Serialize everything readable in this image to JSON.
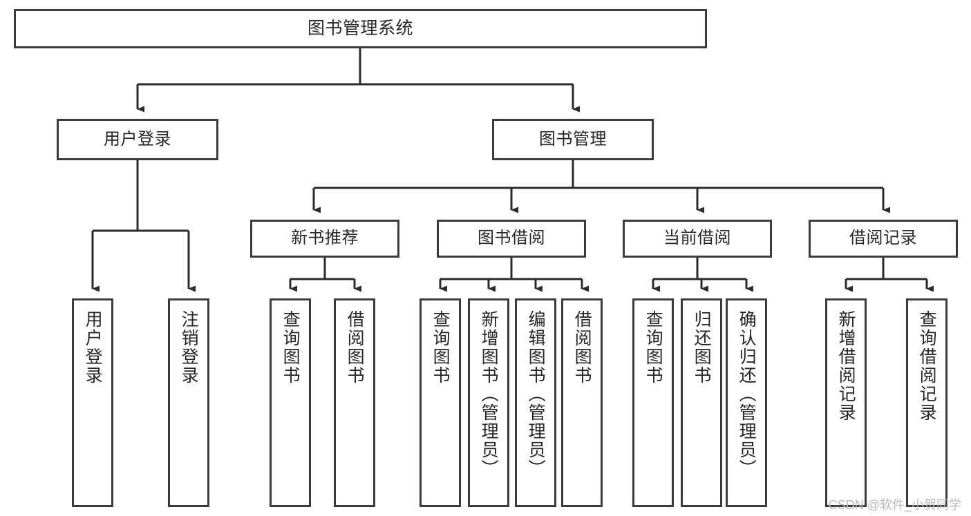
{
  "diagram": {
    "title": "图书管理系统",
    "watermark": "CSDN @软件_小贺同学",
    "type": "tree-hierarchy-chart",
    "colors": {
      "box_border": "#3c3c3c",
      "box_fill": "#ffffff",
      "connector": "#2b2b2b",
      "text": "#262626",
      "watermark": "#b9b9b9",
      "background": "#ffffff"
    },
    "nodes": {
      "root": {
        "label": "图书管理系统"
      },
      "level2": [
        {
          "label": "用户登录"
        },
        {
          "label": "图书管理"
        }
      ],
      "level3": [
        {
          "label": "新书推荐"
        },
        {
          "label": "图书借阅"
        },
        {
          "label": "当前借阅"
        },
        {
          "label": "借阅记录"
        }
      ],
      "leaves": {
        "user_login": [
          {
            "label": "用户登录"
          },
          {
            "label": "注销登录"
          }
        ],
        "new_book_recommend": [
          {
            "label": "查询图书"
          },
          {
            "label": "借阅图书"
          }
        ],
        "book_borrow": [
          {
            "label": "查询图书"
          },
          {
            "label": "新增图书（管理员）"
          },
          {
            "label": "编辑图书（管理员）"
          },
          {
            "label": "借阅图书"
          }
        ],
        "current_borrow": [
          {
            "label": "查询图书"
          },
          {
            "label": "归还图书"
          },
          {
            "label": "确认归还（管理员）"
          }
        ],
        "borrow_record": [
          {
            "label": "新增借阅记录"
          },
          {
            "label": "查询借阅记录"
          }
        ]
      }
    }
  }
}
